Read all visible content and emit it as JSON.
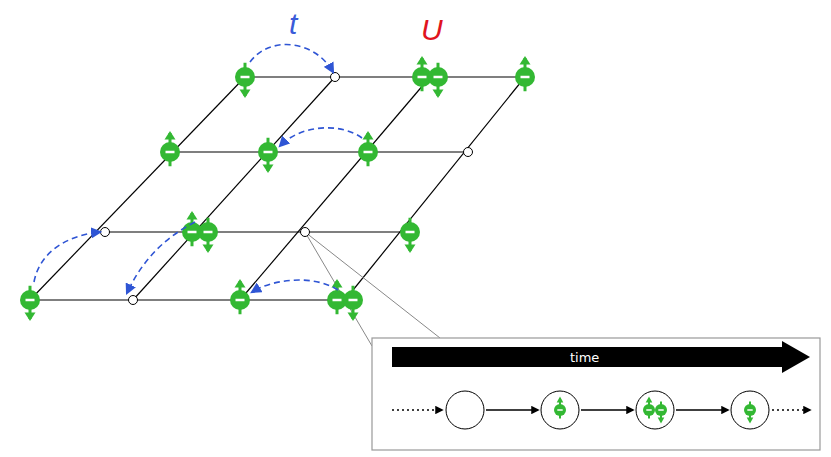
{
  "diagram": {
    "labels": [
      "t",
      "U",
      "time"
    ]
  }
}
